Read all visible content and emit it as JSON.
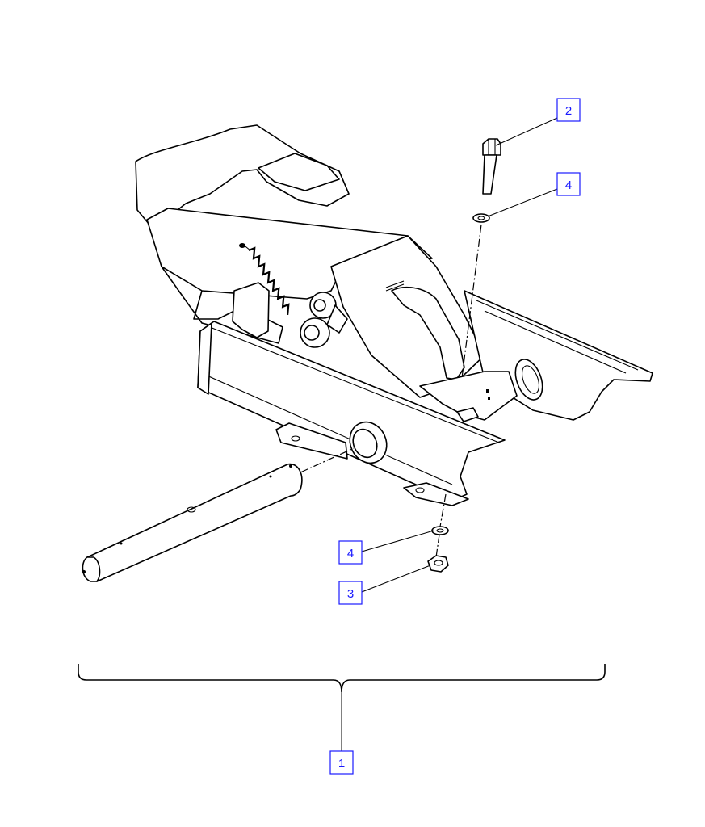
{
  "callouts": {
    "item_1": "1",
    "item_2": "2",
    "item_3": "3",
    "item_4_top": "4",
    "item_4_bottom": "4"
  },
  "colors": {
    "callout": "#1a1aff",
    "line": "#000000",
    "background": "#ffffff"
  }
}
